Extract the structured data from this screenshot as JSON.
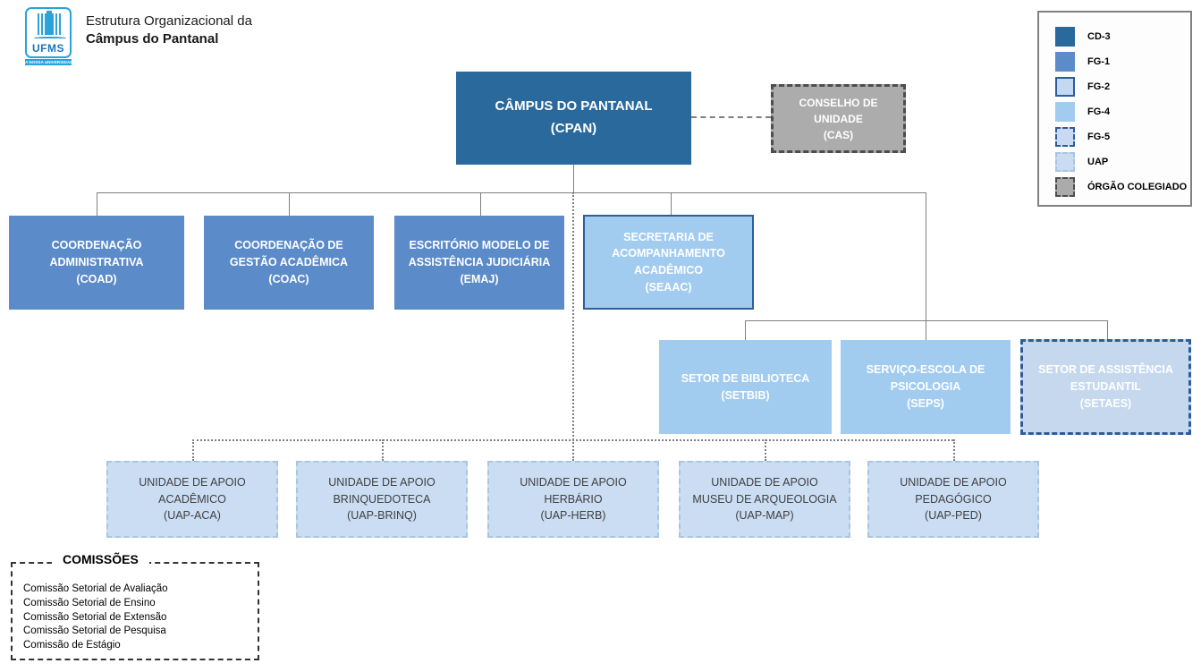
{
  "header": {
    "title_line1": "Estrutura Organizacional da",
    "title_line2": "Câmpus do Pantanal",
    "logo": {
      "acronym": "UFMS",
      "tagline": "A NOSSA UNIVERSIDADE"
    }
  },
  "legend": {
    "items": [
      {
        "label": "CD-3",
        "fill": "#29699B",
        "border": "none"
      },
      {
        "label": "FG-1",
        "fill": "#5B8BC9",
        "border": "none"
      },
      {
        "label": "FG-2",
        "fill": "#C2D9F1",
        "border": "#2E5D9C solid"
      },
      {
        "label": "FG-4",
        "fill": "#A2CBF0",
        "border": "none"
      },
      {
        "label": "FG-5",
        "fill": "#C7DAF1",
        "border": "#2E5B9C dashed"
      },
      {
        "label": "UAP",
        "fill": "#C9DCF2",
        "border": "#A9C5E1 dashed"
      },
      {
        "label": "ÓRGÃO COLEGIADO",
        "fill": "#ABABAB",
        "border": "#4D4D4D dashed"
      }
    ]
  },
  "org": {
    "cpan": {
      "label": "CÂMPUS DO PANTANAL\n(CPAN)"
    },
    "cas": {
      "label": "CONSELHO DE\nUNIDADE\n(CAS)"
    },
    "coad": {
      "label": "COORDENAÇÃO\nADMINISTRATIVA\n(COAD)"
    },
    "coac": {
      "label": "COORDENAÇÃO DE\nGESTÃO ACADÊMICA\n(COAC)"
    },
    "emaj": {
      "label": "ESCRITÓRIO MODELO DE\nASSISTÊNCIA JUDICIÁRIA\n(EMAJ)"
    },
    "seaac": {
      "label": "SECRETARIA DE\nACOMPANHAMENTO\nACADÊMICO\n(SEAAC)"
    },
    "setbib": {
      "label": "SETOR DE BIBLIOTECA\n(SETBIB)"
    },
    "seps": {
      "label": "SERVIÇO-ESCOLA DE\nPSICOLOGIA\n(SEPS)"
    },
    "setaes": {
      "label": "SETOR DE ASSISTÊNCIA\nESTUDANTIL\n(SETAES)"
    },
    "uap_aca": {
      "label": "UNIDADE DE APOIO\nACADÊMICO\n(UAP-ACA)"
    },
    "uap_brinq": {
      "label": "UNIDADE DE APOIO\nBRINQUEDOTECA\n(UAP-BRINQ)"
    },
    "uap_herb": {
      "label": "UNIDADE DE APOIO\nHERBÁRIO\n(UAP-HERB)"
    },
    "uap_map": {
      "label": "UNIDADE DE APOIO\nMUSEU DE ARQUEOLOGIA\n(UAP-MAP)"
    },
    "uap_ped": {
      "label": "UNIDADE DE APOIO\nPEDAGÓGICO\n(UAP-PED)"
    }
  },
  "commissions": {
    "title": "COMISSÕES",
    "items": [
      "Comissão Setorial de Avaliação",
      "Comissão Setorial de Ensino",
      "Comissão Setorial de Extensão",
      "Comissão Setorial de Pesquisa",
      "Comissão de Estágio"
    ]
  }
}
